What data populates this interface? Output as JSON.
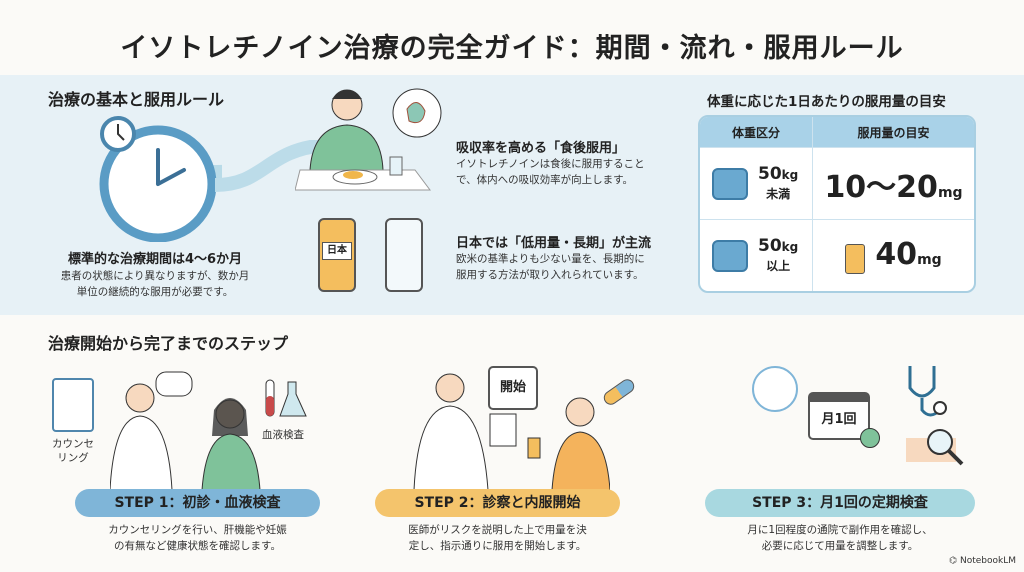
{
  "title": "イソトレチノイン治療の完全ガイド：期間・流れ・服用ルール",
  "basics": {
    "heading": "治療の基本と服用ルール",
    "period": {
      "title": "標準的な治療期間は4〜6か月",
      "text1": "患者の状態により異なりますが、数か月",
      "text2": "単位の継続的な服用が必要です。"
    },
    "meal": {
      "title": "吸収率を高める「食後服用」",
      "text1": "イソトレチノインは食後に服用すること",
      "text2": "で、体内への吸収効率が向上します。"
    },
    "japan": {
      "title": "日本では「低用量・長期」が主流",
      "text1": "欧米の基準よりも少ない量を、長期的に",
      "text2": "服用する方法が取り入れられています。",
      "bottle_label": "日本"
    }
  },
  "dosage": {
    "heading": "体重に応じた1日あたりの服用量の目安",
    "col_weight": "体重区分",
    "col_dose": "服用量の目安",
    "rows": [
      {
        "weight": "50",
        "unit": "kg",
        "qual": "未満",
        "dose": "10～20",
        "dose_unit": "mg"
      },
      {
        "weight": "50",
        "unit": "kg",
        "qual": "以上",
        "dose": "40",
        "dose_unit": "mg"
      }
    ]
  },
  "steps": {
    "heading": "治療開始から完了までのステップ",
    "labels": {
      "counseling1": "カウンセ",
      "counseling2": "リング",
      "blood": "血液検査",
      "start": "開始",
      "monthly": "月1回"
    },
    "items": [
      {
        "title": "STEP 1：初診・血液検査",
        "text1": "カウンセリングを行い、肝機能や妊娠",
        "text2": "の有無など健康状態を確認します。"
      },
      {
        "title": "STEP 2：診察と内服開始",
        "text1": "医師がリスクを説明した上で用量を決",
        "text2": "定し、指示通りに服用を開始します。"
      },
      {
        "title": "STEP 3：月1回の定期検査",
        "text1": "月に1回程度の通院で副作用を確認し、",
        "text2": "必要に応じて用量を調整します。"
      }
    ],
    "colors": [
      "#7fb5d8",
      "#f4c46c",
      "#a8d8e0"
    ]
  },
  "footer": {
    "brand": "NotebookLM"
  }
}
